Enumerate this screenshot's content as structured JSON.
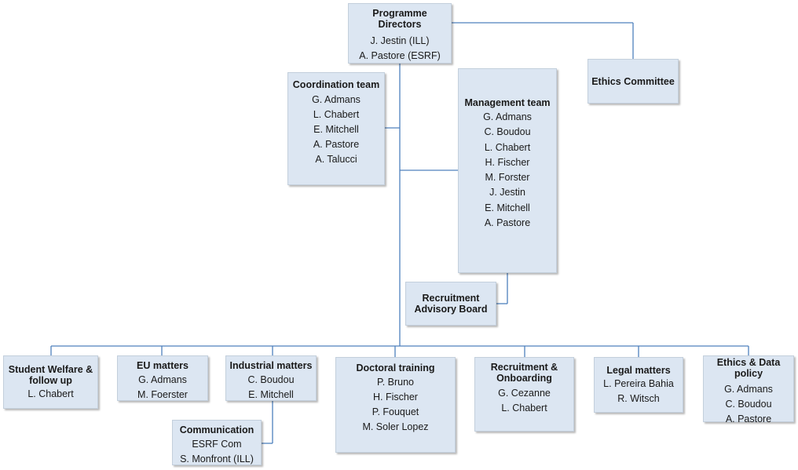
{
  "colors": {
    "box_fill": "#dce6f2",
    "connector": "#4f81bd"
  },
  "programme_directors": {
    "title": "Programme Directors",
    "members": [
      "J. Jestin (ILL)",
      "A. Pastore (ESRF)"
    ]
  },
  "ethics_committee": {
    "title": "Ethics  Committee"
  },
  "coordination_team": {
    "title": "Coordination team",
    "members": [
      "G. Admans",
      "L. Chabert",
      "E. Mitchell",
      "A. Pastore",
      "A. Talucci"
    ]
  },
  "management_team": {
    "title": "Management team",
    "members": [
      "G. Admans",
      "C. Boudou",
      "L. Chabert",
      "H. Fischer",
      "M. Forster",
      "J. Jestin",
      "E. Mitchell",
      "A. Pastore"
    ]
  },
  "recruitment_advisory_board": {
    "title": "Recruitment Advisory  Board"
  },
  "student_welfare": {
    "title": "Student Welfare & follow up",
    "members": [
      "L. Chabert"
    ]
  },
  "eu_matters": {
    "title": "EU matters",
    "members": [
      "G. Admans",
      "M. Foerster"
    ]
  },
  "industrial_matters": {
    "title": "Industrial matters",
    "members": [
      "C. Boudou",
      "E. Mitchell"
    ]
  },
  "communication": {
    "title": "Communication",
    "members": [
      "ESRF Com",
      "S. Monfront  (ILL)"
    ]
  },
  "doctoral_training": {
    "title": "Doctoral training",
    "members": [
      "P. Bruno",
      "H. Fischer",
      "P. Fouquet",
      "M. Soler Lopez"
    ]
  },
  "recruitment_onboarding": {
    "title": "Recruitment & Onboarding",
    "members": [
      "G. Cezanne",
      "L. Chabert"
    ]
  },
  "legal_matters": {
    "title": "Legal matters",
    "members": [
      "L. Pereira  Bahia",
      "R. Witsch"
    ]
  },
  "ethics_data_policy": {
    "title": "Ethics  & Data policy",
    "members": [
      "G. Admans",
      "C. Boudou",
      "A. Pastore"
    ]
  }
}
